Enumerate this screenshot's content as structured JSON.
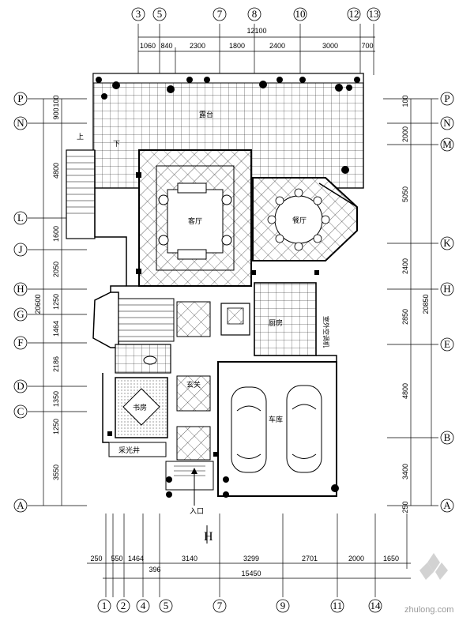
{
  "top_axes": [
    "3",
    "5",
    "7",
    "8",
    "10",
    "12",
    "13"
  ],
  "top_overall": "12100",
  "top_segments": [
    "1060",
    "840",
    "2300",
    "1800",
    "2400",
    "3000",
    "700"
  ],
  "bottom_axes": [
    "1",
    "2",
    "4",
    "5",
    "7",
    "9",
    "11",
    "14"
  ],
  "bottom_segments": [
    "250",
    "550",
    "1464",
    "3140",
    "3299",
    "2701",
    "2000",
    "1650"
  ],
  "bottom_sub": "396",
  "bottom_overall": "15450",
  "left_axes": [
    "P",
    "N",
    "L",
    "J",
    "H",
    "G",
    "F",
    "D",
    "C",
    "A"
  ],
  "left_segments": [
    "100",
    "900",
    "4800",
    "1600",
    "2050",
    "1250",
    "1464",
    "2186",
    "1350",
    "1250",
    "3550"
  ],
  "left_overall": "20600",
  "right_axes": [
    "P",
    "N",
    "M",
    "K",
    "H",
    "E",
    "B",
    "A"
  ],
  "right_segments": [
    "100",
    "2000",
    "5050",
    "2400",
    "2850",
    "4800",
    "3400",
    "250"
  ],
  "right_overall": "20850",
  "rooms": {
    "terrace": "露台",
    "living": "客厅",
    "dining": "餐厅",
    "kitchen": "厨房",
    "ac": "室外空调机",
    "garage": "车库",
    "bedroom": "书房",
    "foyer": "玄关",
    "lightwell": "采光井",
    "entrance": "入口",
    "up": "上",
    "down": "下",
    "section": "H"
  },
  "watermark": "zhulong.com"
}
